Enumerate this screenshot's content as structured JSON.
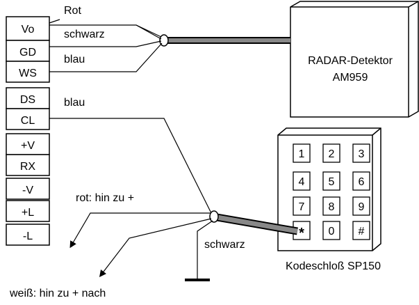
{
  "terminal_block": {
    "pins": [
      "Vo",
      "GD",
      "WS",
      "DS",
      "CL",
      "+V",
      "RX",
      "-V",
      "+L",
      "-L"
    ]
  },
  "wire_labels": {
    "rot": "Rot",
    "schwarz_top": "schwarz",
    "blau_top": "blau",
    "blau_cl": "blau",
    "rot_hin": "rot: hin zu +",
    "schwarz_bottom": "schwarz",
    "weiss_hin": "weiß: hin zu + nach"
  },
  "radar": {
    "line1": "RADAR-Detektor",
    "line2": "AM959"
  },
  "keypad": {
    "keys": [
      "1",
      "2",
      "3",
      "4",
      "5",
      "6",
      "7",
      "8",
      "9",
      "*",
      "0",
      "#"
    ],
    "label": "Kodeschloß SP150"
  }
}
